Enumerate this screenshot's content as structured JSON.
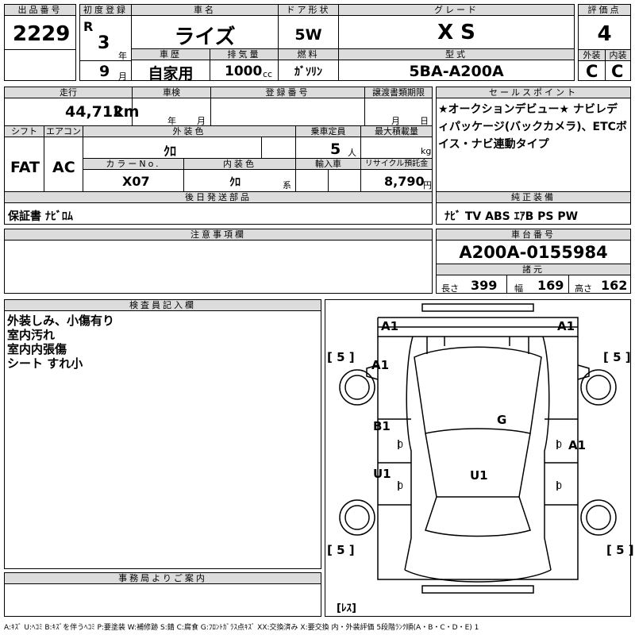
{
  "header": {
    "lot_label": "出品番号",
    "lot": "2229",
    "reg_label": "初度登録",
    "era": "R",
    "year": "3",
    "year_unit": "年",
    "month": "9",
    "month_unit": "月",
    "name_label": "車名",
    "name": "ライズ",
    "door_label": "ドア形状",
    "door": "5W",
    "grade_label": "グレード",
    "grade": "X S",
    "score_label": "評価点",
    "score": "4",
    "history_label": "車歴",
    "history": "自家用",
    "disp_label": "排気量",
    "disp": "1000",
    "disp_unit": "cc",
    "fuel_label": "燃料",
    "fuel": "ｶﾞｿﾘﾝ",
    "model_label": "型式",
    "model": "5BA-A200A",
    "ext_label": "外装",
    "ext": "C",
    "int_label": "内装",
    "int": "C"
  },
  "spec": {
    "mileage_label": "走行",
    "mileage": "44,712",
    "mileage_unit": "km",
    "inspection_label": "車検",
    "year_unit": "年",
    "month_unit": "月",
    "plate_label": "登録番号",
    "transfer_label": "譲渡書類期限",
    "day_unit": "日",
    "shift_label": "シフト",
    "shift": "FAT",
    "ac_label": "エアコン",
    "ac": "AC",
    "color_label": "外装色",
    "color": "ｸﾛ",
    "capacity_label": "乗車定員",
    "capacity": "5",
    "capacity_unit": "人",
    "load_label": "最大積載量",
    "load_unit": "kg",
    "colorno_label": "カラーNo.",
    "colorno": "X07",
    "intcolor_label": "内装色",
    "intcolor": "ｸﾛ",
    "intcolor_unit": "系",
    "import_label": "輸入車",
    "recycle_label": "リサイクル預託金",
    "recycle": "8,790",
    "recycle_unit": "円",
    "later_label": "後日発送部品",
    "later": "保証書 ﾅﾋﾞﾛﾑ"
  },
  "sales": {
    "label": "セールスポイント",
    "text": "★オークションデビュー★ ナビレディパッケージ(バックカメラ)、ETCボイス・ナビ連動タイプ",
    "equip_label": "純正装備",
    "equip": "ﾅﾋﾞ TV ABS ｴｱB PS PW"
  },
  "notes": {
    "label": "注意事項欄"
  },
  "chassis": {
    "label": "車台番号",
    "number": "A200A-0155984",
    "dims_label": "諸元",
    "length_label": "長さ",
    "length": "399",
    "width_label": "幅",
    "width": "169",
    "height_label": "高さ",
    "height": "162"
  },
  "inspector": {
    "label": "検査員記入欄",
    "lines": [
      "外装しみ、小傷有り",
      "室内汚れ",
      "室内内張傷",
      "シート すれ小"
    ]
  },
  "office": {
    "label": "事務局よりご案内"
  },
  "diagram": {
    "marks": {
      "a1_front_left": "A1",
      "a1_front_right": "A1",
      "a1_left_front": "A1",
      "b1": "B1",
      "g": "G",
      "a1_right": "A1",
      "u1_left": "U1",
      "u1_center": "U1"
    },
    "tires": [
      "[ 5 ]",
      "[ 5 ]",
      "[ 5 ]",
      "[ 5 ]"
    ],
    "spare": "[ﾚｽ]"
  },
  "legend": "A:ｷｽﾞ U:ﾍｺﾐ B:ｷｽﾞを伴うﾍｺﾐ P:要塗装 W:補修跡 S:錆 C:腐食 G:ﾌﾛﾝﾄｶﾞﾗｽ点ｷｽﾞ XX:交換済み X:要交換 内・外装評価 5段階ﾗﾝｸ順(A・B・C・D・E) 1"
}
